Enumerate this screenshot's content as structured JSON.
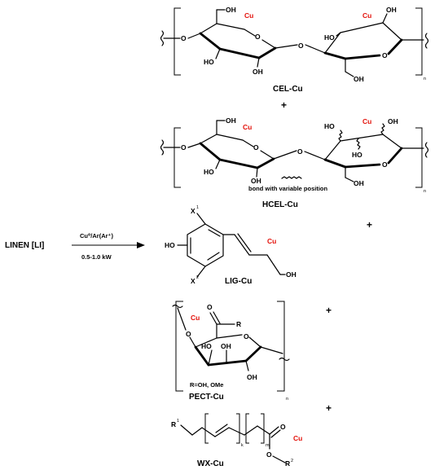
{
  "reactant": "LINEN [LI]",
  "conditions": {
    "above": "Cu⁰/Ar(Ar⁺)",
    "below": "0.5-1.0 kW"
  },
  "cu_label": "Cu",
  "plus": "+",
  "products": [
    {
      "id": "cel",
      "label": "CEL-Cu"
    },
    {
      "id": "hcel",
      "label": "HCEL-Cu",
      "note": "bond with variable position"
    },
    {
      "id": "lig",
      "label": "LIG-Cu"
    },
    {
      "id": "pect",
      "label": "PECT-Cu",
      "note": "R=OH, OMe"
    },
    {
      "id": "wx",
      "label": "WX-Cu"
    }
  ],
  "atoms": {
    "O": "O",
    "OH": "OH",
    "HO": "HO",
    "R": "R",
    "X": "X",
    "n": "n",
    "m": "m",
    "k": "k",
    "one": "1",
    "two": "2"
  }
}
